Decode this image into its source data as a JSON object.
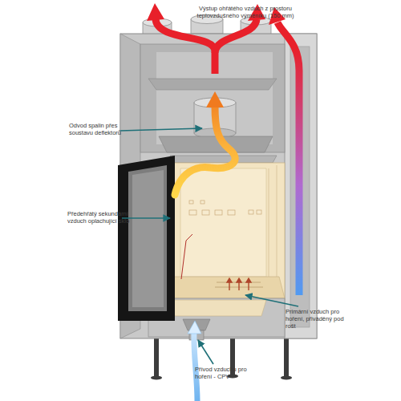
{
  "diagram": {
    "labels": [
      "Výstup ohřátého vzduch z prostoru teplovzdušného výměníku (150 mm)",
      "Odvod spalin přes soustavu deflektorů",
      "Předehřátý sekundární vzduch oplachující sklo",
      "Primární vzduch pro hoření, přiváděný pod rošt",
      "Přívod vzduchu pro hoření - CPV"
    ]
  }
}
